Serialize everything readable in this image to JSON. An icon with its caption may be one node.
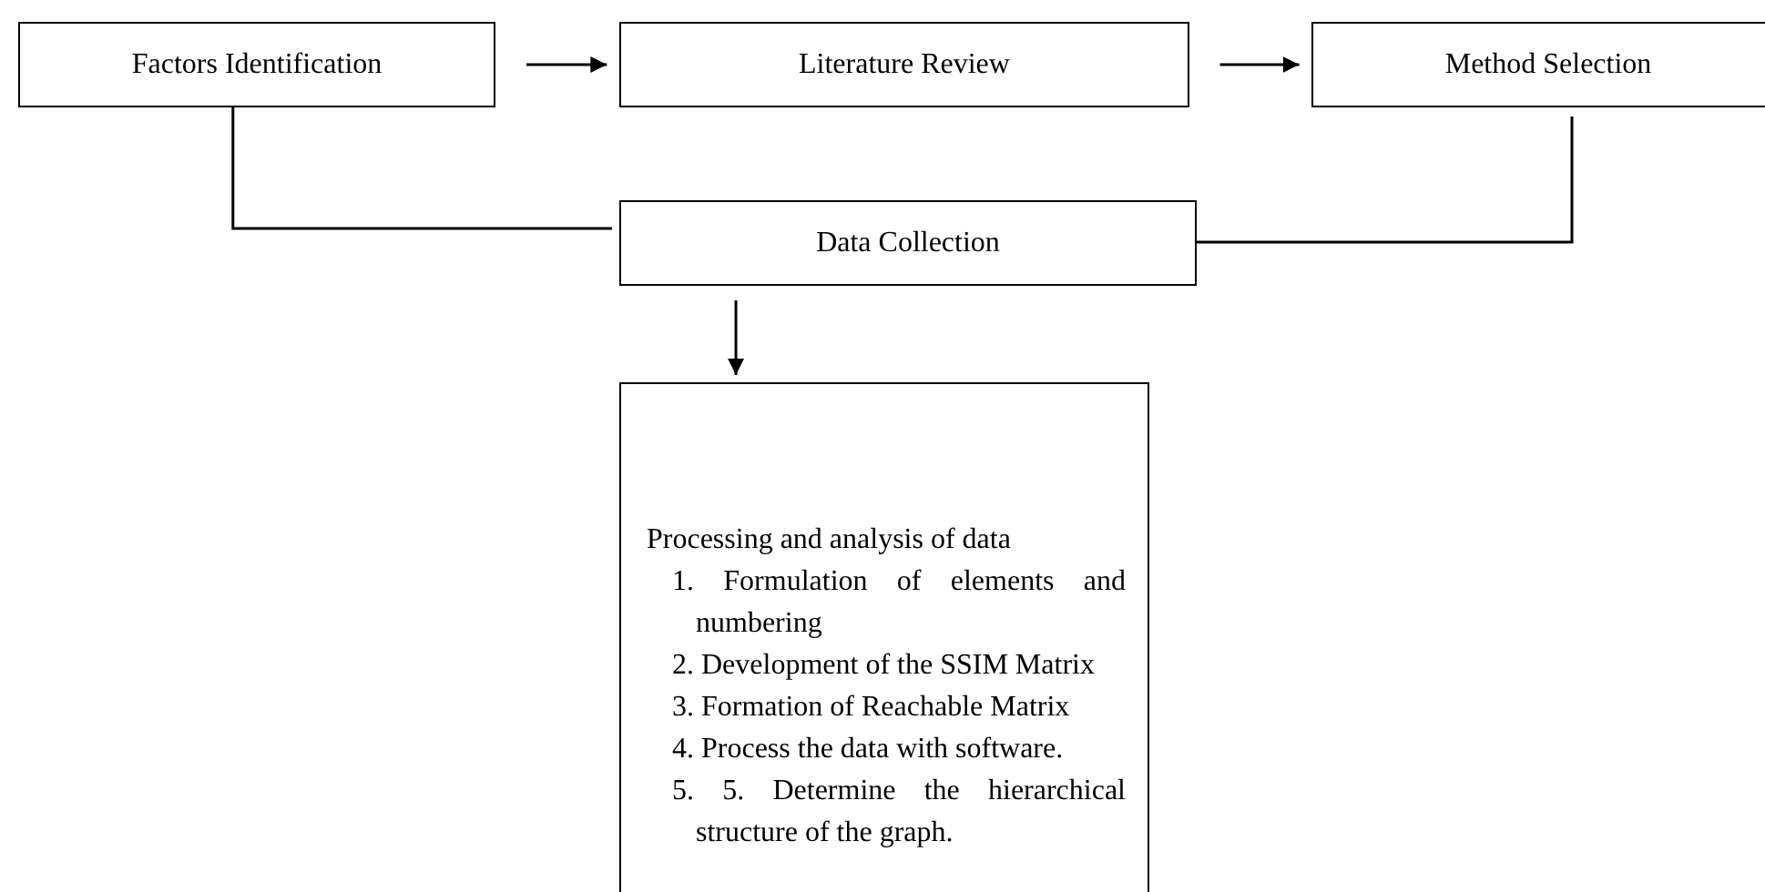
{
  "diagram": {
    "nodes": [
      {
        "text": [
          "Factors Identification"
        ]
      },
      {
        "text": [
          "Literature Review"
        ]
      },
      {
        "text": [
          "Method Selection"
        ]
      },
      {
        "text": [
          "Data Collection"
        ]
      },
      {
        "text": [
          "Processing and analysis of data",
          "1. Formulation of elements and numbering",
          "2. Development of the SSIM Matrix",
          "3. Formation of Reachable Matrix",
          "4. Process the data with software.",
          "5. 5. Determine the hierarchical structure of the graph."
        ]
      }
    ],
    "edges": [
      {
        "from": 0,
        "to": 1,
        "arrow": "to"
      },
      {
        "from": 1,
        "to": 2,
        "arrow": "to"
      },
      {
        "from": 0,
        "to": 3,
        "arrow": "none"
      },
      {
        "from": 2,
        "to": 3,
        "arrow": "none"
      },
      {
        "from": 3,
        "to": 4,
        "arrow": "to"
      }
    ]
  }
}
